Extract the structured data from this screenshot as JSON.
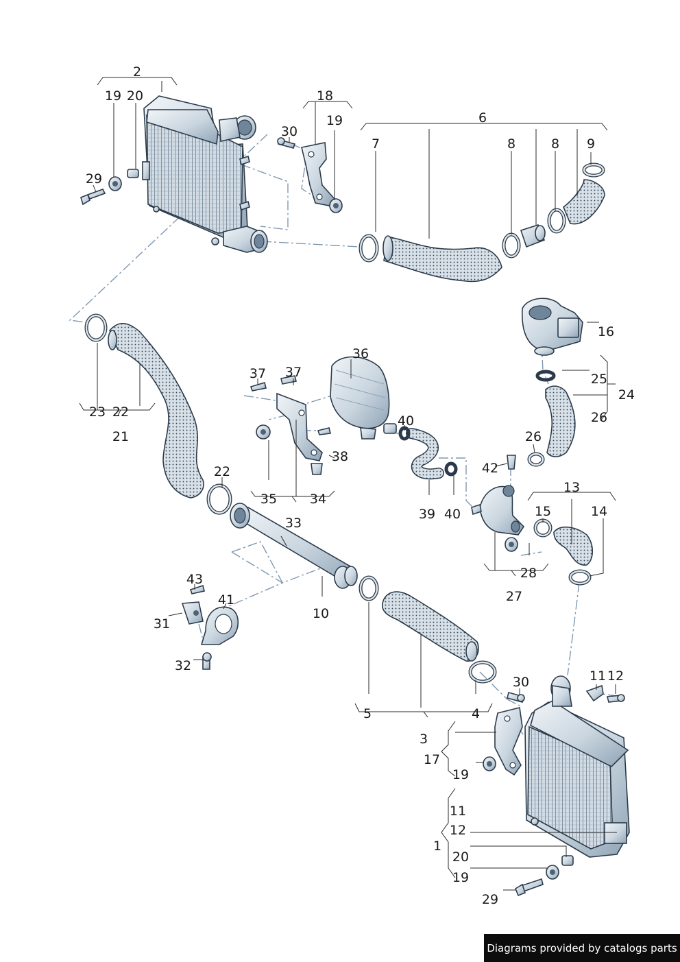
{
  "diagram": {
    "callouts": {
      "c1": "1",
      "c2": "2",
      "c3": "3",
      "c4": "4",
      "c5": "5",
      "c6": "6",
      "c7": "7",
      "c8a": "8",
      "c8b": "8",
      "c9": "9",
      "c10": "10",
      "c11a": "11",
      "c11b": "11",
      "c12a": "12",
      "c12b": "12",
      "c13": "13",
      "c14": "14",
      "c15": "15",
      "c16": "16",
      "c17": "17",
      "c18": "18",
      "c19a": "19",
      "c19b": "19",
      "c19c": "19",
      "c19d": "19",
      "c20a": "20",
      "c20b": "20",
      "c21": "21",
      "c22a": "22",
      "c22b": "22",
      "c23": "23",
      "c24": "24",
      "c25": "25",
      "c26a": "26",
      "c26b": "26",
      "c27": "27",
      "c28": "28",
      "c29a": "29",
      "c29b": "29",
      "c30a": "30",
      "c30b": "30",
      "c31": "31",
      "c32": "32",
      "c33": "33",
      "c34": "34",
      "c35": "35",
      "c36": "36",
      "c37a": "37",
      "c37b": "37",
      "c38": "38",
      "c39": "39",
      "c40a": "40",
      "c40b": "40",
      "c41": "41",
      "c42": "42",
      "c43": "43"
    },
    "colors": {
      "part_fill": "#dfe6ec",
      "part_dark": "#8fa3b5",
      "outline": "#2b3a4a",
      "centerline": "#7f98b0",
      "credit_bg": "#0c0c0c"
    }
  },
  "credit": {
    "text": "Diagrams provided by catalogs parts"
  }
}
